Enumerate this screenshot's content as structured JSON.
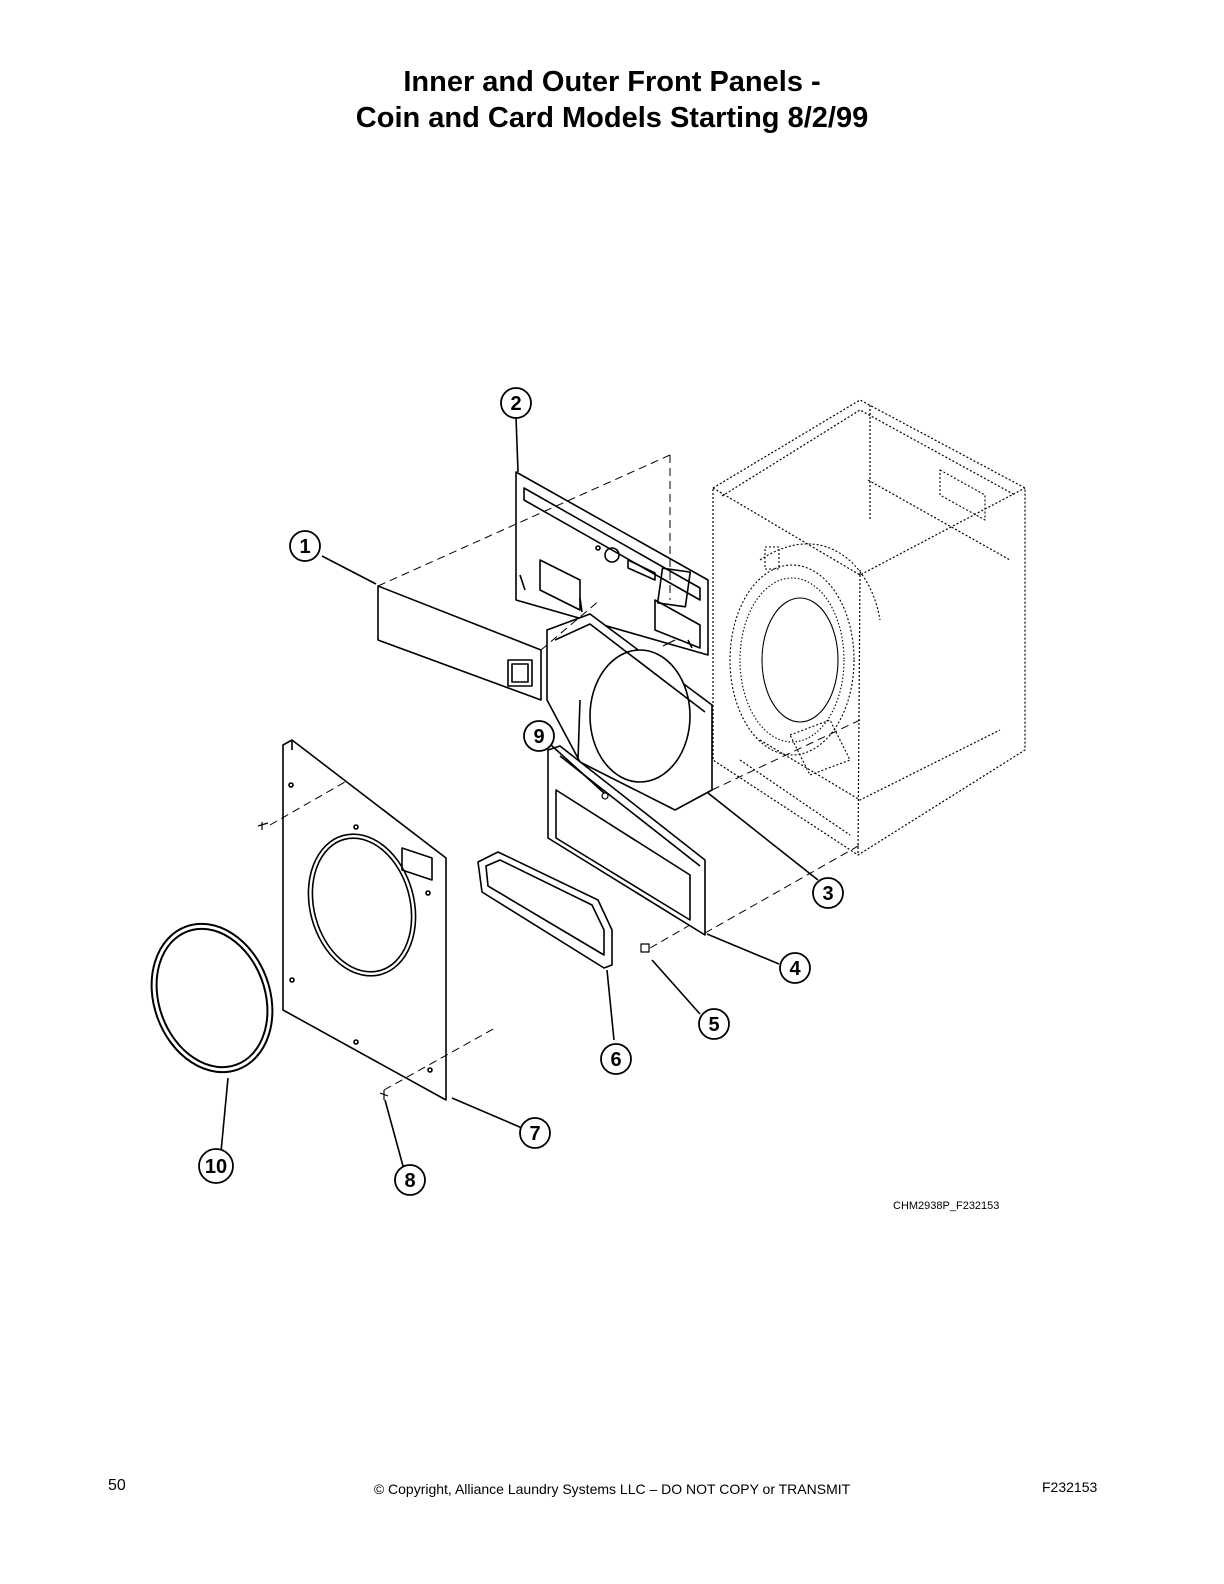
{
  "title": {
    "line1": "Inner and Outer Front Panels -",
    "line2": "Coin and Card Models Starting 8/2/99"
  },
  "callouts": [
    "1",
    "2",
    "3",
    "4",
    "5",
    "6",
    "7",
    "8",
    "9",
    "10"
  ],
  "drawing_id": "CHM2938P_F232153",
  "footer": {
    "page_number": "50",
    "copyright": "© Copyright, Alliance Laundry Systems LLC – DO NOT COPY or TRANSMIT",
    "document_id": "F232153"
  }
}
